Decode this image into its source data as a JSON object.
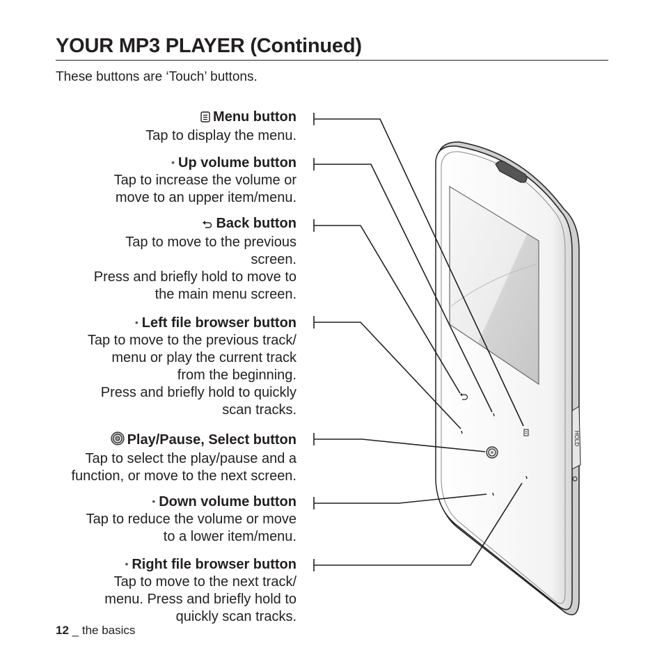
{
  "page": {
    "title": "YOUR MP3 PLAYER (Continued)",
    "intro": "These buttons are ‘Touch’ buttons."
  },
  "buttons": [
    {
      "icon": "menu-icon",
      "name": "Menu button",
      "lines": [
        "Tap to display the menu."
      ]
    },
    {
      "icon": "dot-icon",
      "name": "Up volume button",
      "lines": [
        "Tap to increase the volume or",
        "move to an upper item/menu."
      ]
    },
    {
      "icon": "back-icon",
      "name": "Back button",
      "lines": [
        "Tap to move to the previous",
        "screen.",
        "Press and briefly hold to move to",
        "the main menu screen."
      ]
    },
    {
      "icon": "dot-icon",
      "name": "Left file browser button",
      "lines": [
        "Tap to move to the previous track/",
        "menu or play the current track",
        "from the beginning.",
        "Press and briefly hold to quickly",
        "scan tracks."
      ]
    },
    {
      "icon": "select-icon",
      "name": "Play/Pause, Select button",
      "lines": [
        "Tap to select the play/pause and a",
        "function, or move to the next screen."
      ]
    },
    {
      "icon": "dot-icon",
      "name": "Down volume button",
      "lines": [
        "Tap to reduce the volume or move",
        "to a lower item/menu."
      ]
    },
    {
      "icon": "dot-icon",
      "name": "Right file browser button",
      "lines": [
        "Tap to move to the next track/",
        "menu. Press and briefly hold to",
        "quickly scan tracks."
      ]
    }
  ],
  "footer": {
    "page_number": "12",
    "separator": "_",
    "section": "the basics"
  },
  "device": {
    "side_label": "HOLD"
  }
}
